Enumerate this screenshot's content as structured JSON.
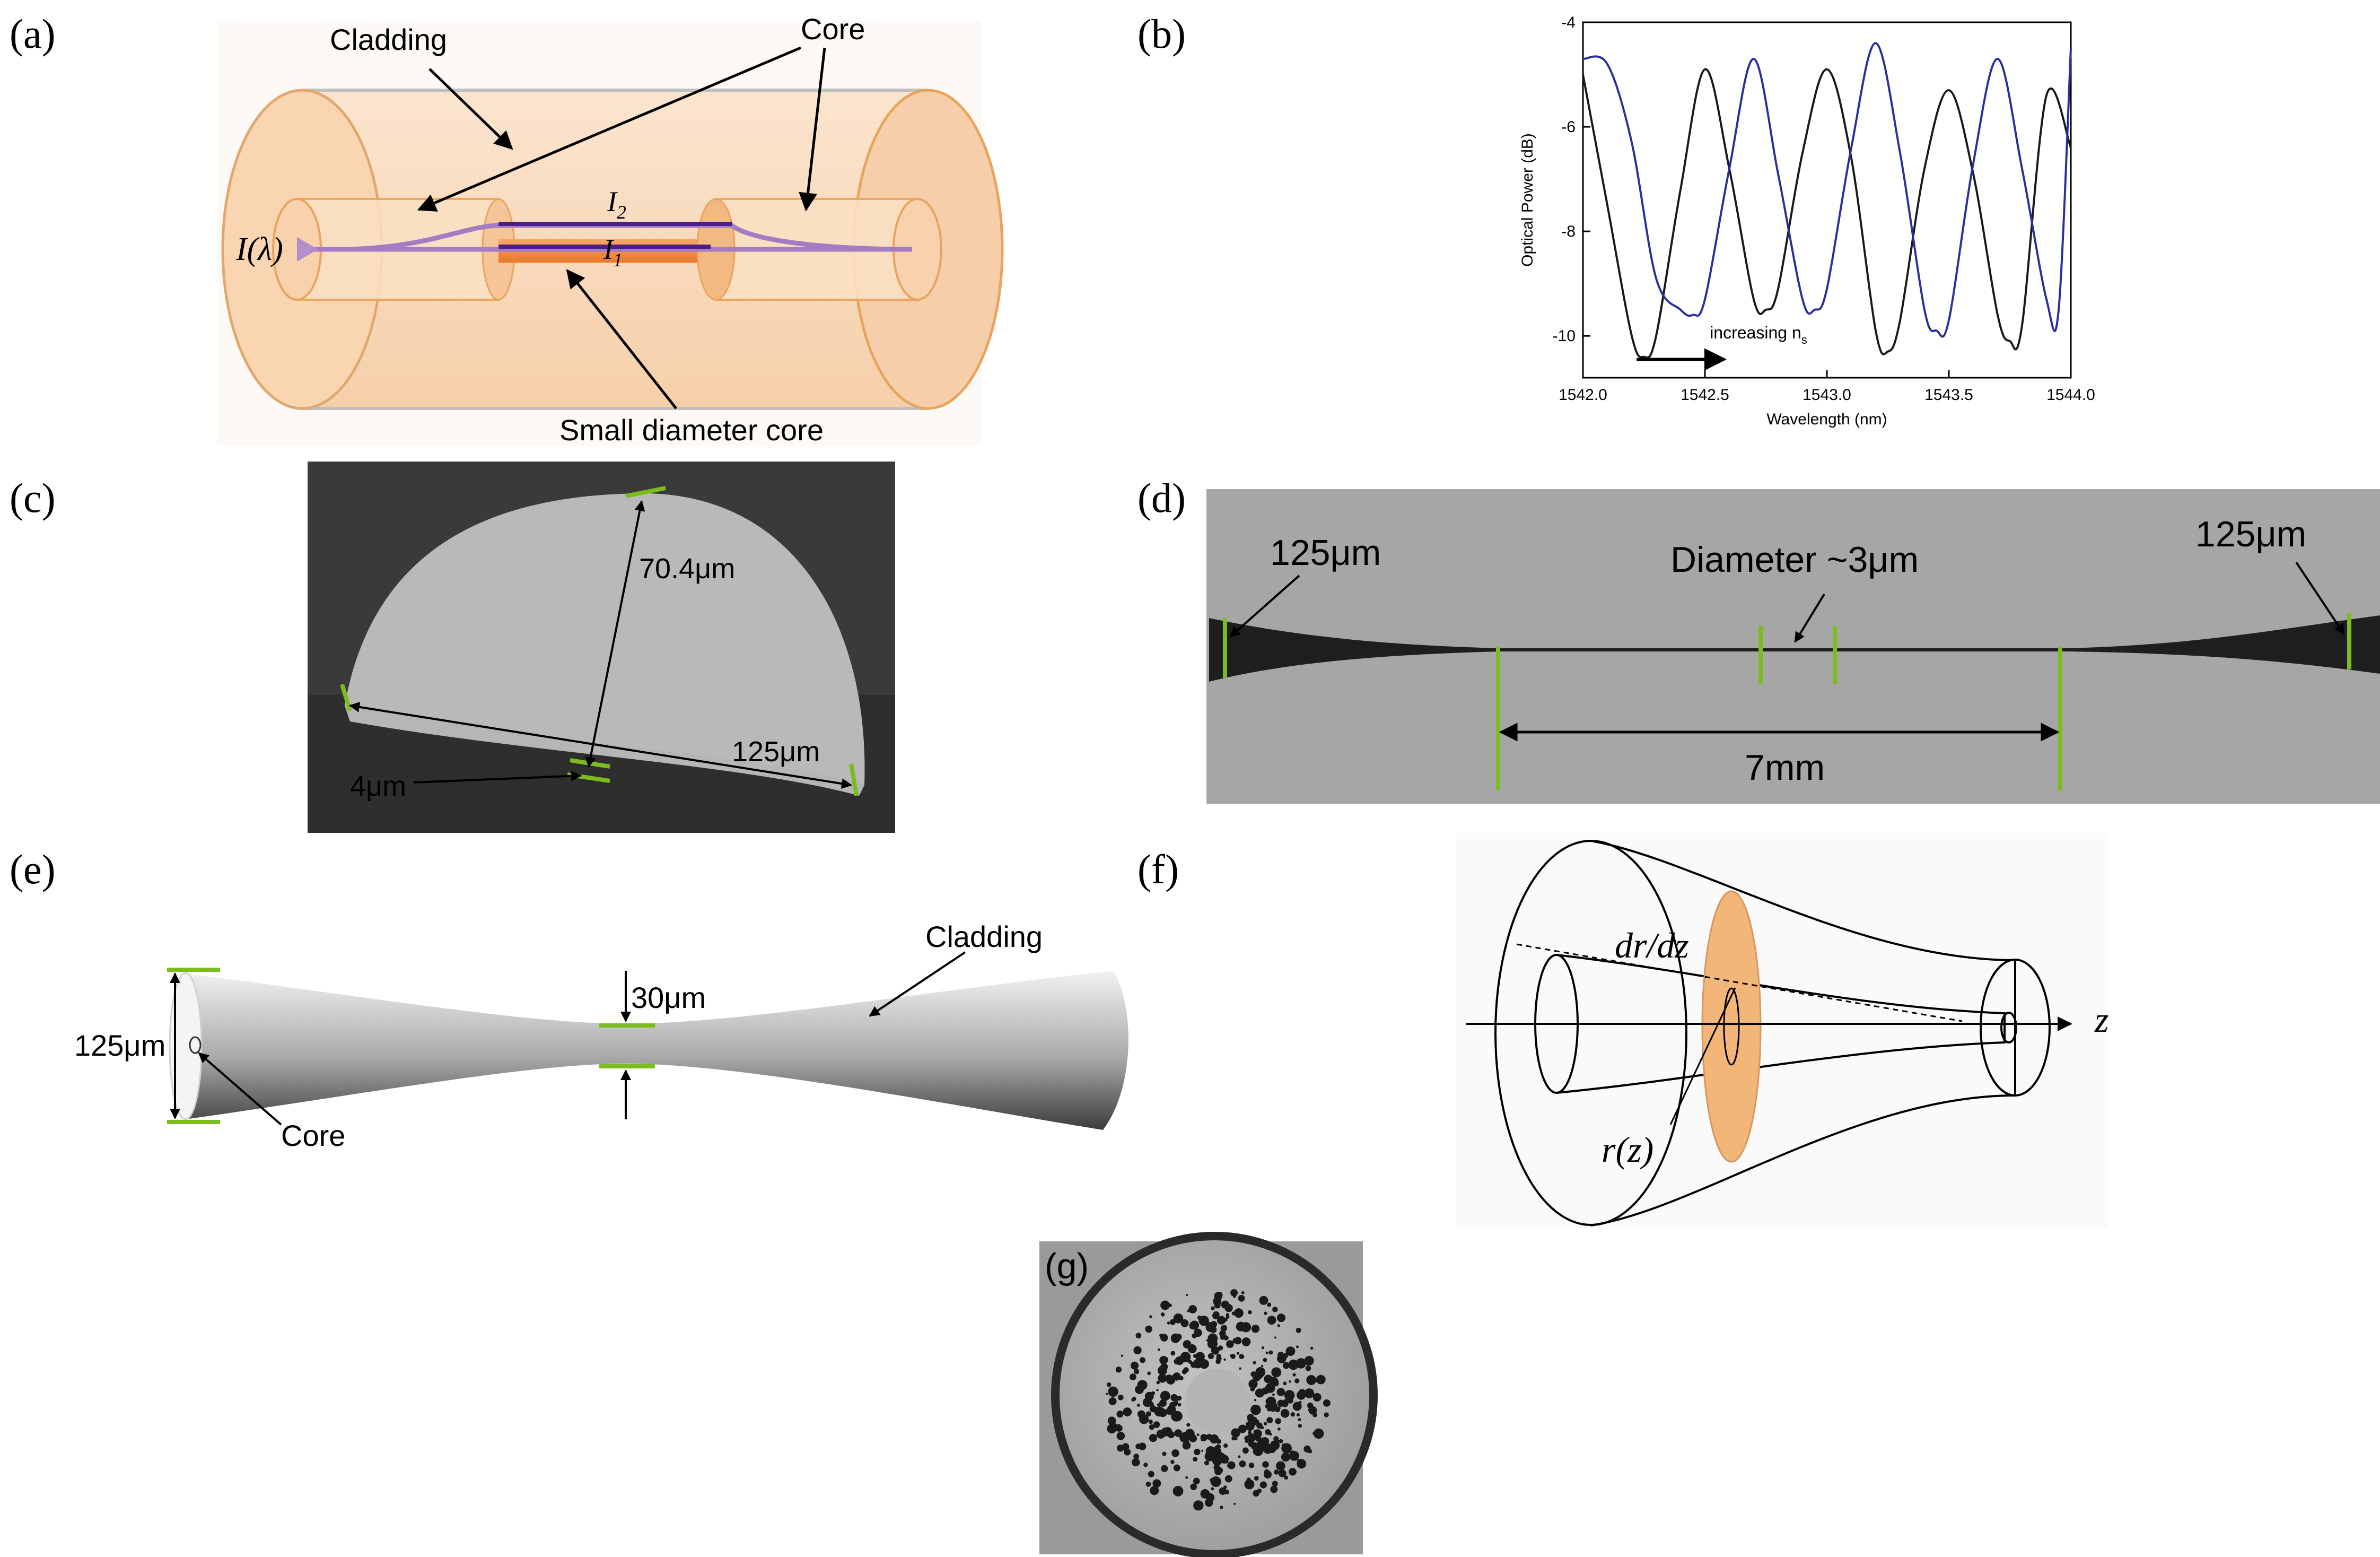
{
  "panels": {
    "a": {
      "label": "(a)",
      "cladding": "Cladding",
      "core": "Core",
      "small_core": "Small diameter core",
      "intensity": "I(λ)",
      "i1": "I",
      "i1_sub": "1",
      "i2": "I",
      "i2_sub": "2"
    },
    "b": {
      "label": "(b)",
      "annotation": "increasing n",
      "annotation_sub": "s"
    },
    "c": {
      "label": "(c)",
      "height": "70.4μm",
      "width": "125μm",
      "core": "4μm"
    },
    "d": {
      "label": "(d)",
      "left_diameter": "125μm",
      "right_diameter": "125μm",
      "waist": "Diameter ~3μm",
      "length": "7mm"
    },
    "e": {
      "label": "(e)",
      "cladding": "Cladding",
      "diameter": "125μm",
      "waist": "30μm",
      "core": "Core"
    },
    "f": {
      "label": "(f)",
      "slope": "dr/dz",
      "radius": "r(z)",
      "axis": "z"
    },
    "g": {
      "label": "(g)"
    }
  },
  "colors": {
    "series_black": "#1a1a1a",
    "series_blue": "#2b2f9e",
    "green_marker": "#7bbd1f",
    "fiber_orange": "#f2b679",
    "core_purple": "#4a1f8c"
  },
  "chart_data": {
    "type": "line",
    "xlabel": "Wavelength (nm)",
    "ylabel": "Optical Power (dB)",
    "xlim": [
      1542.0,
      1544.0
    ],
    "ylim": [
      -10.8,
      -4.0
    ],
    "xticks": [
      "1542.0",
      "1542.5",
      "1543.0",
      "1543.5",
      "1544.0"
    ],
    "yticks": [
      "-4",
      "-6",
      "-8",
      "-10"
    ],
    "xtick_values": [
      1542.0,
      1542.5,
      1543.0,
      1543.5,
      1544.0
    ],
    "ytick_values": [
      -4,
      -6,
      -8,
      -10
    ],
    "grid": false,
    "series": [
      {
        "color": "#1a1a1a",
        "x": [
          1542.0,
          1542.1,
          1542.2,
          1542.25,
          1542.3,
          1542.4,
          1542.5,
          1542.6,
          1542.7,
          1542.75,
          1542.8,
          1542.9,
          1543.0,
          1543.1,
          1543.2,
          1543.25,
          1543.3,
          1543.4,
          1543.5,
          1543.6,
          1543.7,
          1543.75,
          1543.8,
          1543.9,
          1544.0
        ],
        "y": [
          -5.0,
          -7.5,
          -10.0,
          -10.4,
          -10.0,
          -7.2,
          -4.9,
          -6.8,
          -9.3,
          -9.5,
          -9.1,
          -6.5,
          -4.9,
          -6.6,
          -9.9,
          -10.3,
          -9.7,
          -6.8,
          -5.3,
          -6.9,
          -9.6,
          -10.1,
          -9.8,
          -5.4,
          -6.4
        ]
      },
      {
        "color": "#2b2f9e",
        "x": [
          1542.0,
          1542.1,
          1542.2,
          1542.3,
          1542.4,
          1542.45,
          1542.5,
          1542.6,
          1542.7,
          1542.8,
          1542.9,
          1542.95,
          1543.0,
          1543.1,
          1543.2,
          1543.3,
          1543.4,
          1543.45,
          1543.5,
          1543.6,
          1543.7,
          1543.8,
          1543.9,
          1543.95,
          1544.0
        ],
        "y": [
          -4.7,
          -4.8,
          -6.3,
          -8.9,
          -9.5,
          -9.6,
          -9.3,
          -6.8,
          -4.7,
          -6.9,
          -9.3,
          -9.5,
          -9.1,
          -6.4,
          -4.4,
          -6.5,
          -9.5,
          -9.9,
          -9.7,
          -6.7,
          -4.7,
          -6.8,
          -9.3,
          -9.5,
          -4.5
        ]
      }
    ]
  }
}
